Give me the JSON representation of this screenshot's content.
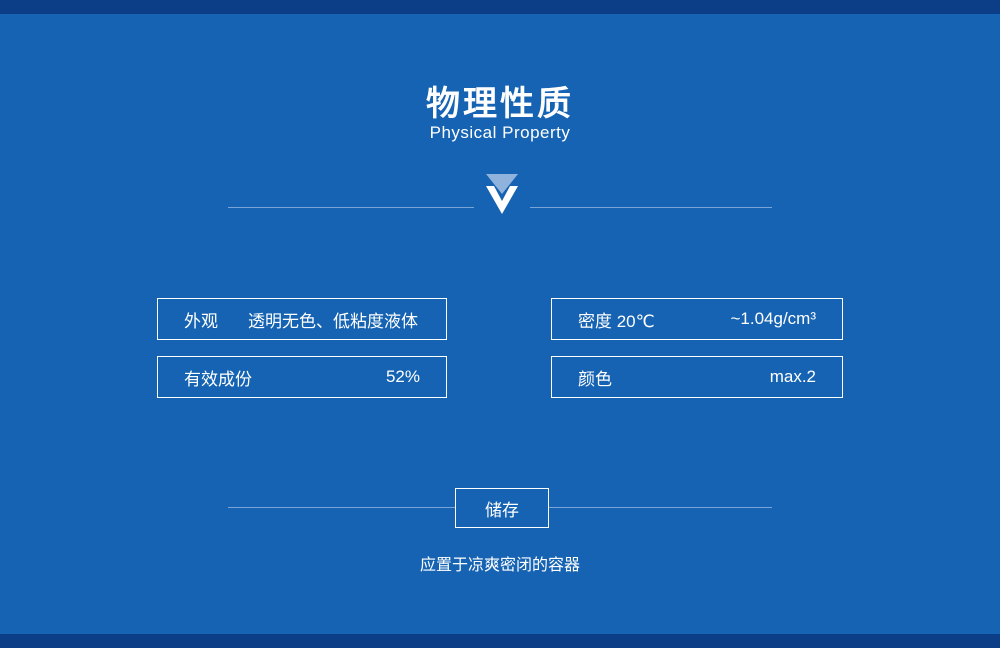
{
  "page": {
    "title": "物理性质",
    "subtitle": "Physical Property"
  },
  "properties": {
    "appearance": {
      "label": "外观",
      "value": "透明无色、低粘度液体"
    },
    "density": {
      "label": "密度 20℃",
      "value": "~1.04g/cm³"
    },
    "active_content": {
      "label": "有效成份",
      "value": "52%"
    },
    "color": {
      "label": "颜色",
      "value": "max.2"
    }
  },
  "storage": {
    "heading": "储存",
    "note": "应置于凉爽密闭的容器"
  },
  "colors": {
    "background": "#1563b2",
    "band": "#0c3d87",
    "accent": "#8fb3dd",
    "line": "#7aa4d6",
    "text": "#ffffff"
  }
}
